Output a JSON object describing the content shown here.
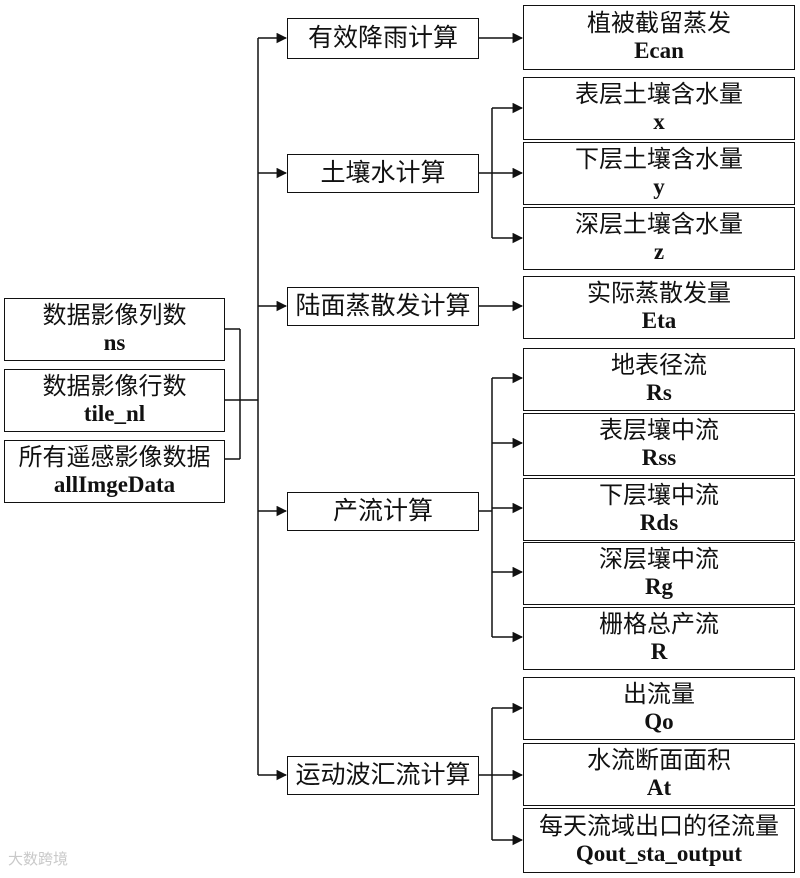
{
  "inputs": [
    {
      "zh": "数据影像列数",
      "en": "ns"
    },
    {
      "zh": "数据影像行数",
      "en": "tile_nl"
    },
    {
      "zh": "所有遥感影像数据",
      "en": "allImgeData"
    }
  ],
  "processes": [
    {
      "label": "有效降雨计算"
    },
    {
      "label": "土壤水计算"
    },
    {
      "label": "陆面蒸散发计算"
    },
    {
      "label": "产流计算"
    },
    {
      "label": "运动波汇流计算"
    }
  ],
  "outputs": [
    {
      "zh": "植被截留蒸发",
      "en": "Ecan"
    },
    {
      "zh": "表层土壤含水量",
      "en": "x"
    },
    {
      "zh": "下层土壤含水量",
      "en": "y"
    },
    {
      "zh": "深层土壤含水量",
      "en": "z"
    },
    {
      "zh": "实际蒸散发量",
      "en": "Eta"
    },
    {
      "zh": "地表径流",
      "en": "Rs"
    },
    {
      "zh": "表层壤中流",
      "en": "Rss"
    },
    {
      "zh": "下层壤中流",
      "en": "Rds"
    },
    {
      "zh": "深层壤中流",
      "en": "Rg"
    },
    {
      "zh": "栅格总产流",
      "en": "R"
    },
    {
      "zh": "出流量",
      "en": "Qo"
    },
    {
      "zh": "水流断面面积",
      "en": "At"
    },
    {
      "zh": "每天流域出口的径流量",
      "en": "Qout_sta_output"
    }
  ],
  "watermark": "大数跨境"
}
